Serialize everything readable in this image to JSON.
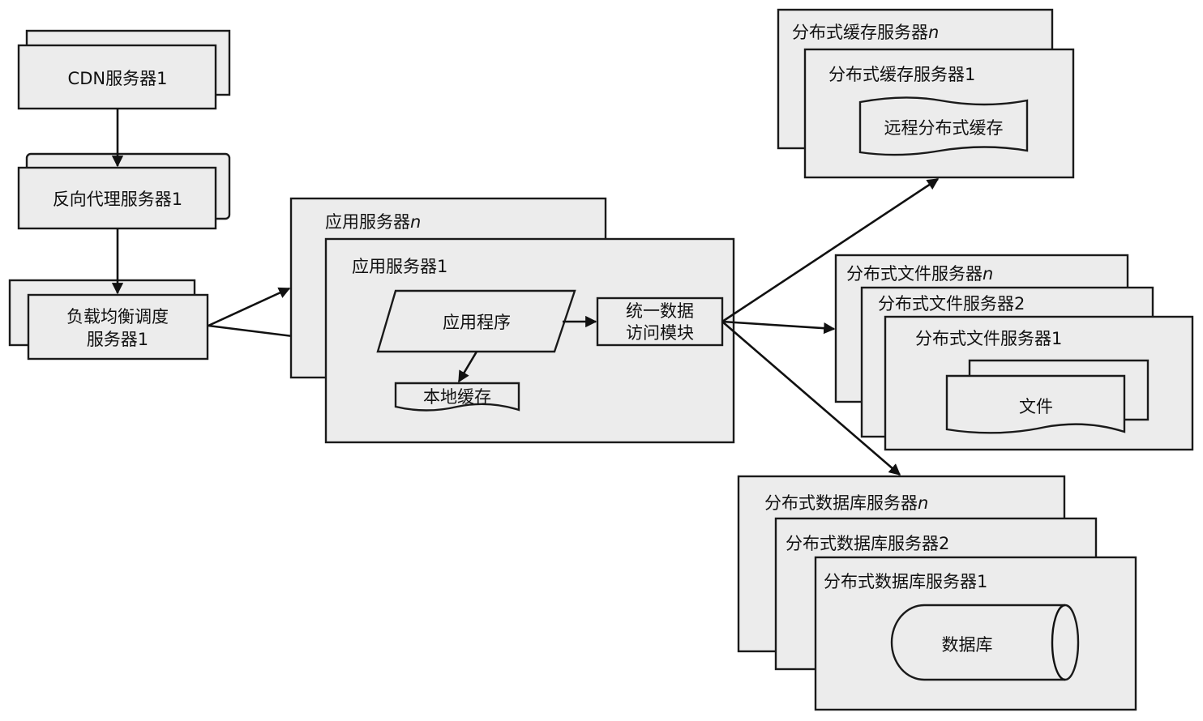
{
  "diagram": {
    "cdn": {
      "label": "CDN服务器1"
    },
    "reverse_proxy": {
      "label": "反向代理服务器1"
    },
    "load_balancer": {
      "line1": "负载均衡调度",
      "line2": "服务器1"
    },
    "app_server_n": {
      "label": "应用服务器",
      "suffix": "n"
    },
    "app_server_1": {
      "label": "应用服务器1"
    },
    "app_program": {
      "label": "应用程序"
    },
    "local_cache": {
      "label": "本地缓存"
    },
    "data_access": {
      "line1": "统一数据",
      "line2": "访问模块"
    },
    "cache_server_n": {
      "label": "分布式缓存服务器",
      "suffix": "n"
    },
    "cache_server_1": {
      "label": "分布式缓存服务器1"
    },
    "remote_cache": {
      "label": "远程分布式缓存"
    },
    "file_server_n": {
      "label": "分布式文件服务器",
      "suffix": "n"
    },
    "file_server_2": {
      "label": "分布式文件服务器2"
    },
    "file_server_1": {
      "label": "分布式文件服务器1"
    },
    "file": {
      "label": "文件"
    },
    "db_server_n": {
      "label": "分布式数据库服务器",
      "suffix": "n"
    },
    "db_server_2": {
      "label": "分布式数据库服务器2"
    },
    "db_server_1": {
      "label": "分布式数据库服务器1"
    },
    "database": {
      "label": "数据库"
    }
  }
}
